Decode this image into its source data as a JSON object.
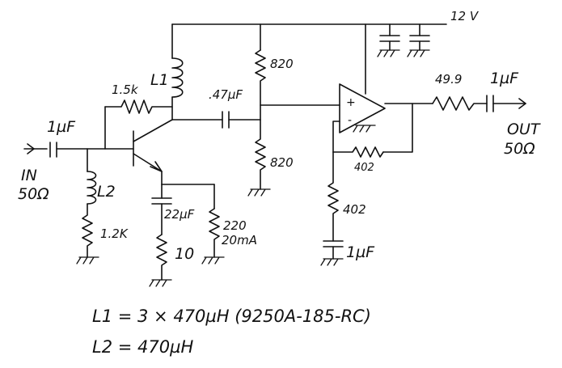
{
  "supply": {
    "label": "12 V"
  },
  "input": {
    "cap": "1µF",
    "label": "IN",
    "impedance": "50Ω"
  },
  "output": {
    "resistor": "49.9",
    "cap": "1µF",
    "label": "OUT",
    "impedance": "50Ω"
  },
  "stage1": {
    "l1": "L1",
    "l2": "L2",
    "r_feedback": "1.5k",
    "r_base": "1.2K",
    "c_emitter": "22µF",
    "r_emitter": "10",
    "r_bias": "220",
    "bias_current": "20mA"
  },
  "coupling": {
    "cap": ".47µF",
    "r_top": "820",
    "r_bottom": "820"
  },
  "opamp": {
    "plus": "+",
    "minus": "-",
    "r_feedback": "402",
    "r_gain": "402",
    "c_gain": "1µF"
  },
  "notes": {
    "l1": "L1 = 3 × 470µH (9250A-185-RC)",
    "l2": "L2 = 470µH"
  }
}
